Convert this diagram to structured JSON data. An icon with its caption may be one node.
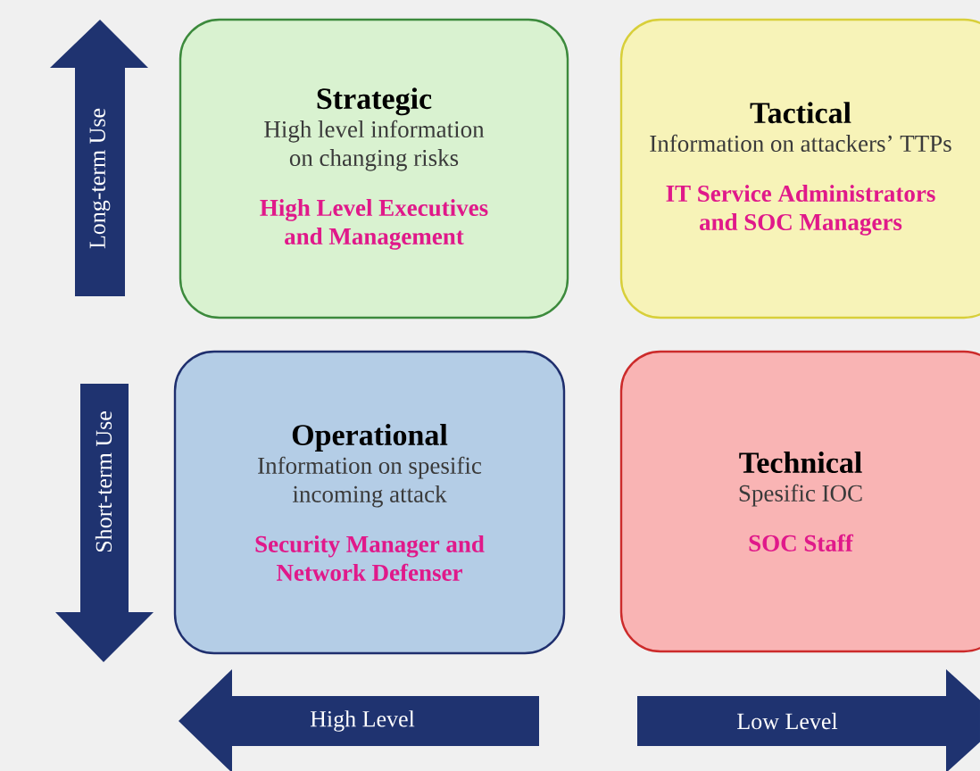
{
  "diagram": {
    "nodes": [
      {
        "text": [
          "Strategic",
          "High level information on changing risks",
          "High Level Executives and Management"
        ]
      },
      {
        "text": [
          "Tactical",
          "Information on attackers’ TTPs",
          "IT Service Administrators and SOC Managers"
        ]
      },
      {
        "text": [
          "Operational",
          "Information on spesific incoming attack",
          "Security Manager and Network Defenser"
        ]
      },
      {
        "text": [
          "Technical",
          "Spesific IOC",
          "SOC Staff"
        ]
      }
    ],
    "labels": [
      "Long-term Use",
      "Short-term Use",
      "High Level",
      "Low Level"
    ]
  }
}
